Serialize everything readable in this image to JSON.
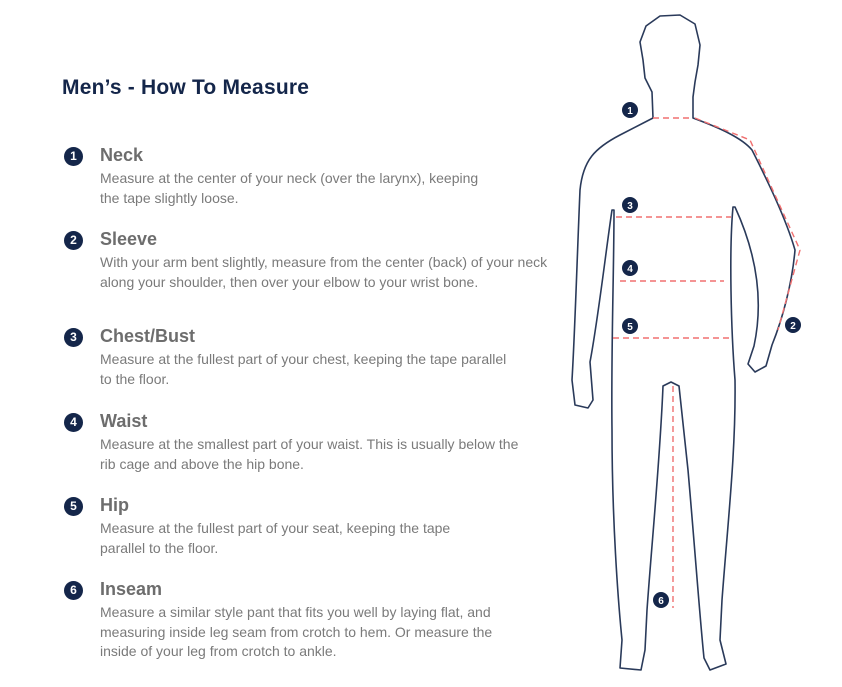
{
  "title": "Men’s - How To Measure",
  "items": [
    {
      "number": "1",
      "heading": "Neck",
      "description": "Measure at the center of your neck (over the larynx), keeping the tape slightly loose."
    },
    {
      "number": "2",
      "heading": "Sleeve",
      "description": "With your arm bent slightly, measure from the center (back) of your neck along your shoulder, then over your elbow to your wrist bone."
    },
    {
      "number": "3",
      "heading": "Chest/Bust",
      "description": "Measure at the fullest part of your chest, keeping the tape parallel to the floor."
    },
    {
      "number": "4",
      "heading": "Waist",
      "description": "Measure at the smallest part of your waist. This is usually below the rib cage and above the hip bone."
    },
    {
      "number": "5",
      "heading": "Hip",
      "description": "Measure at the fullest part of your seat, keeping the tape parallel to the floor."
    },
    {
      "number": "6",
      "heading": "Inseam",
      "description": "Measure a similar style pant that fits you well by laying flat, and measuring inside leg seam from crotch to hem. Or measure the inside of your leg from crotch to ankle."
    }
  ],
  "colors": {
    "navy": "#14264a",
    "tape": "#f07070",
    "text": "#7a7a7a"
  }
}
